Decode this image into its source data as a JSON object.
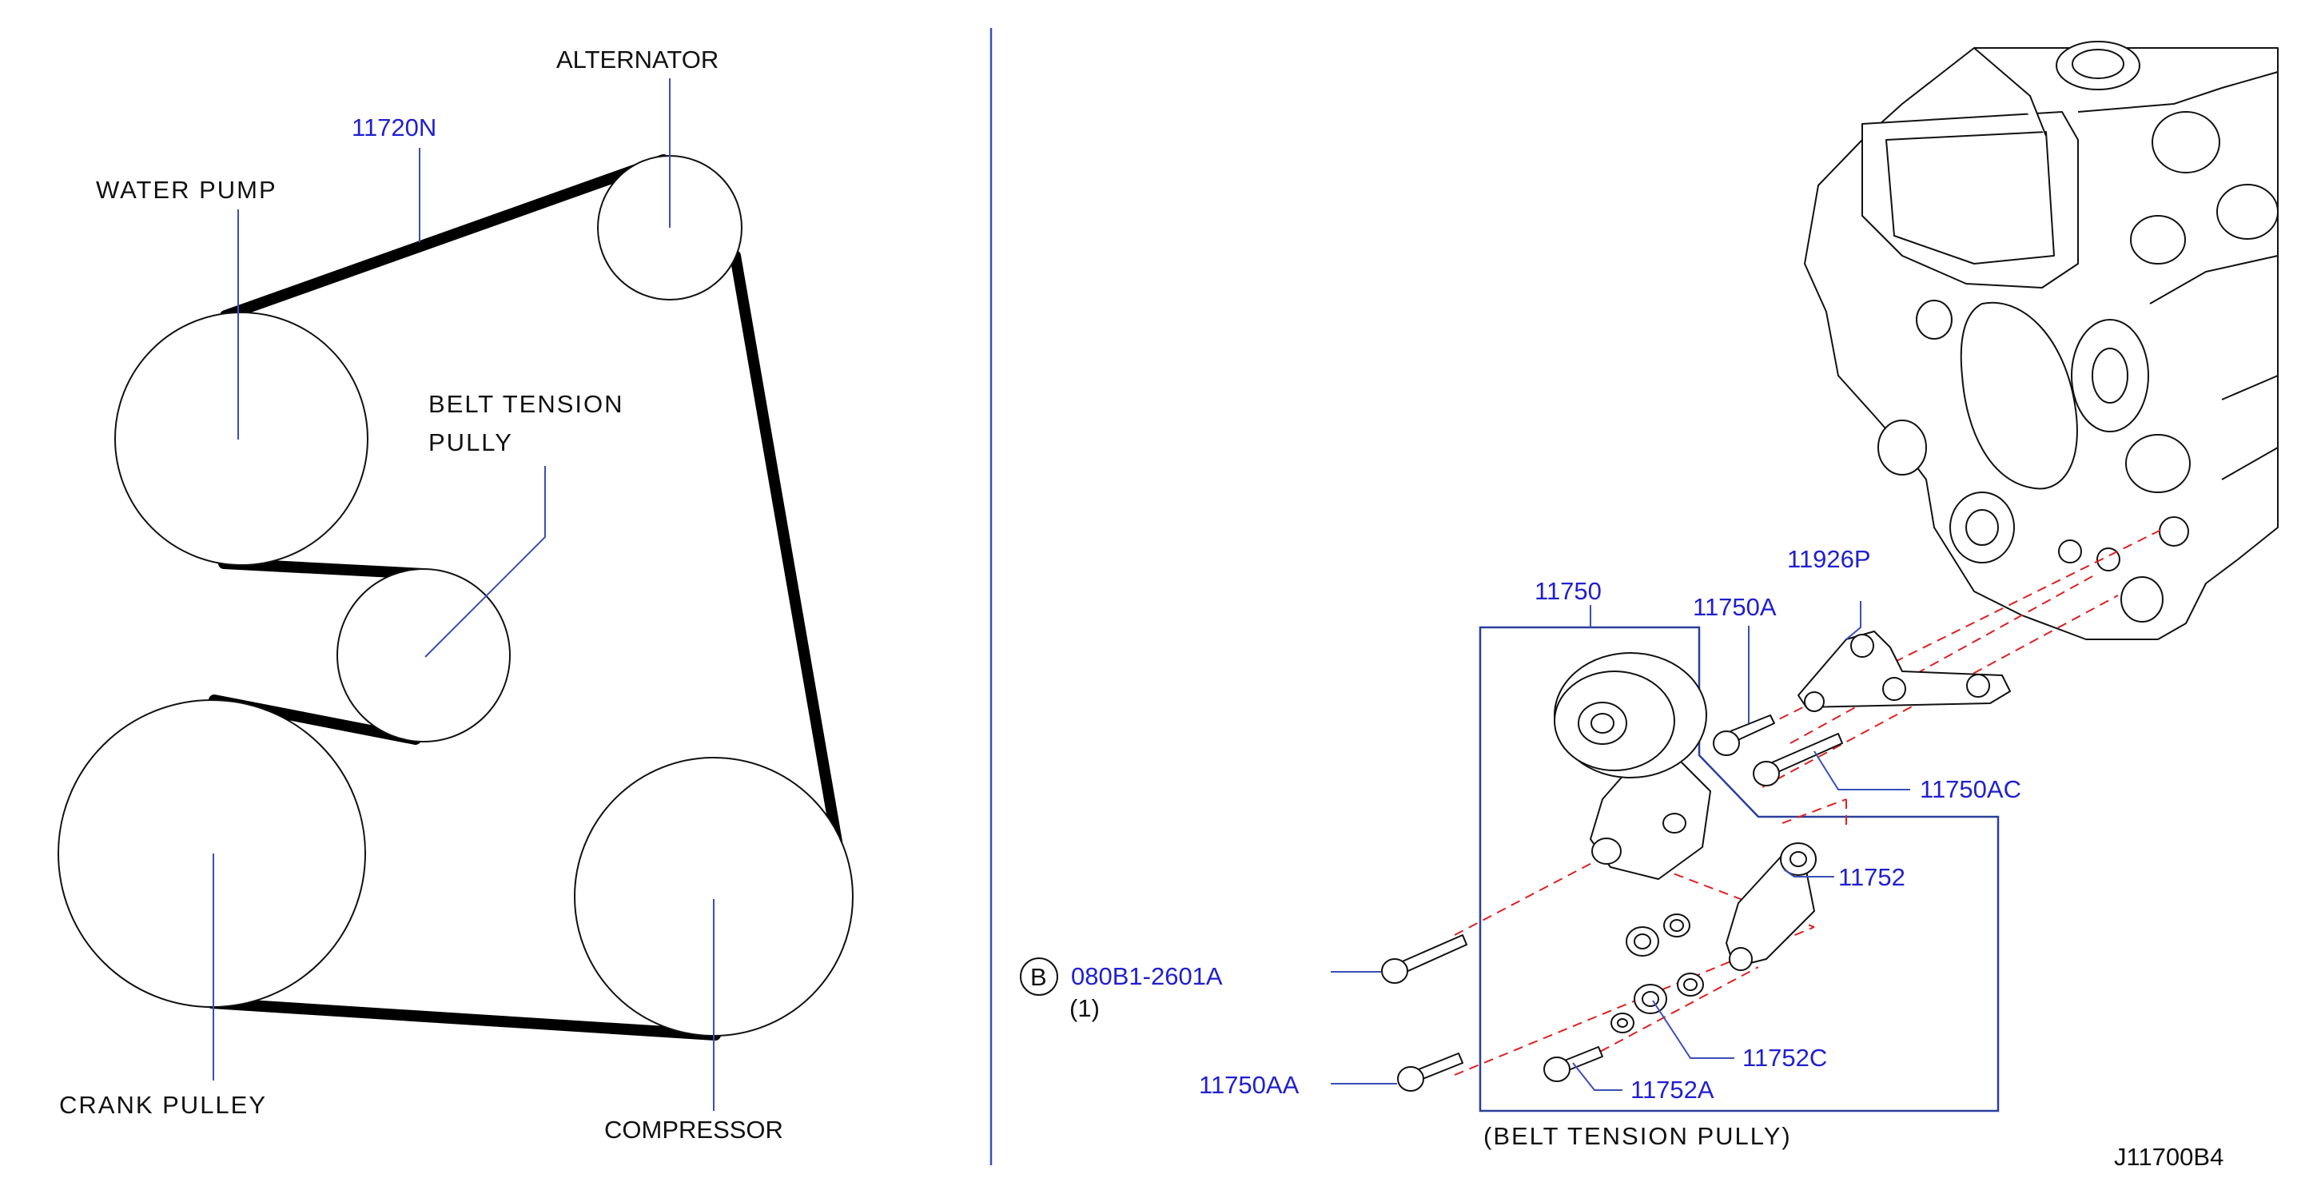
{
  "diagram_code": "J11700B4",
  "belt_diagram": {
    "belt_part_number": "11720N",
    "labels": {
      "alternator": "ALTERNATOR",
      "water_pump": "WATER PUMP",
      "belt_tension_line1": "BELT TENSION",
      "belt_tension_line2": "PULLY",
      "crank_pulley": "CRANK PULLEY",
      "compressor": "COMPRESSOR"
    }
  },
  "exploded_view": {
    "parts": {
      "tensioner_assembly": "11750",
      "bracket": "11926P",
      "bolt_a": "11750A",
      "bolt_ac": "11750AC",
      "damper": "11752",
      "washer_c": "11752C",
      "bolt_752a": "11752A",
      "bolt_aa": "11750AA",
      "bolt_b": "080B1-2601A"
    },
    "bolt_b_marker": "B",
    "bolt_b_quantity": "(1)",
    "caption": "(BELT TENSION PULLY)"
  },
  "colors": {
    "part_number": "#2020d0",
    "leader_line": "#3a4fb8",
    "dashed_line": "#e02020",
    "text": "#111111"
  }
}
